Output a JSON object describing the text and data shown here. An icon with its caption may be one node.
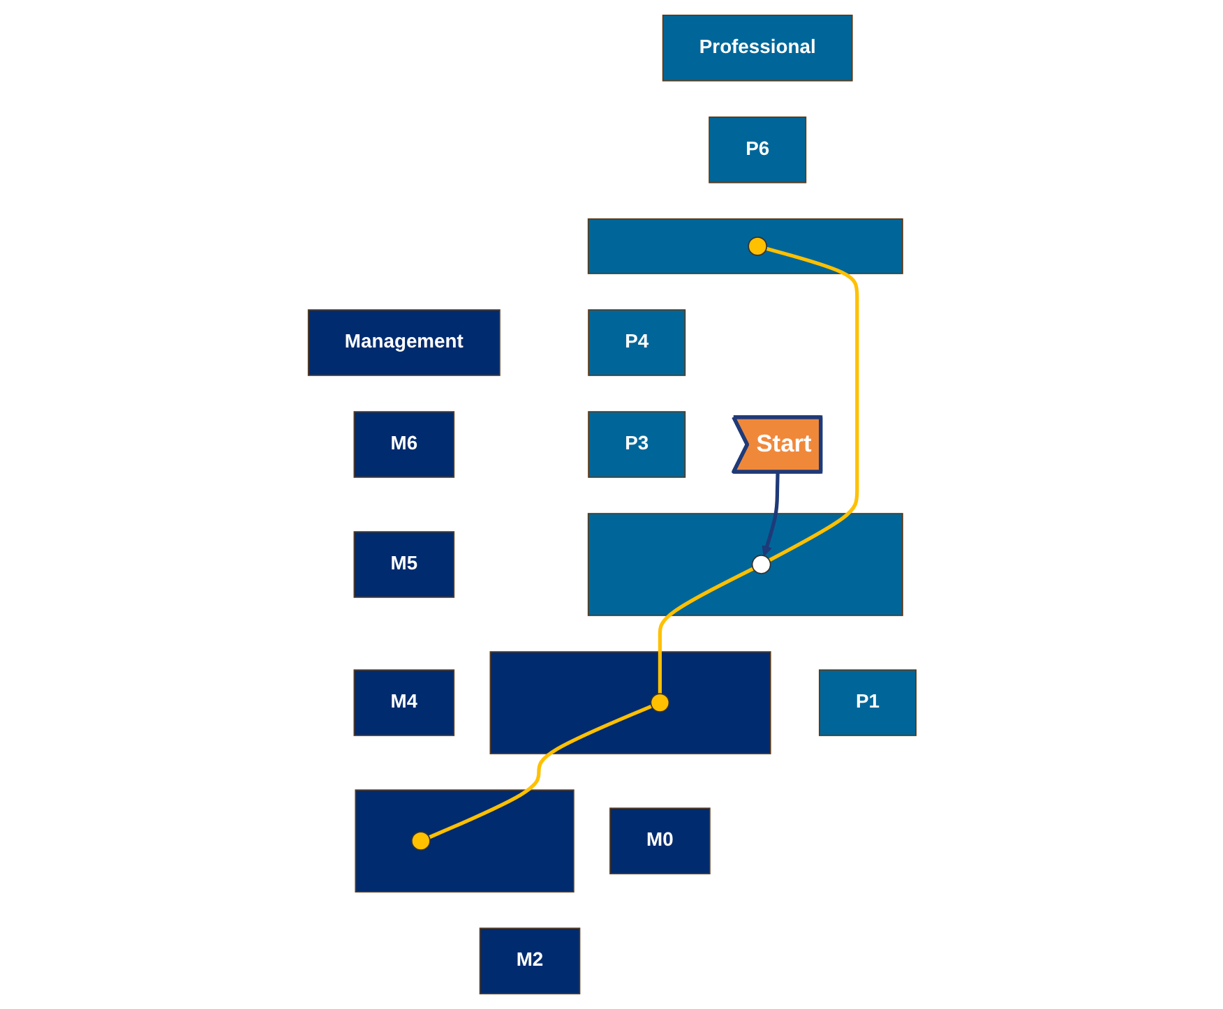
{
  "diagram": {
    "nodes": [
      {
        "text": [
          "Professional"
        ]
      },
      {
        "text": [
          "Management"
        ]
      },
      {
        "text": [
          "M6"
        ]
      },
      {
        "text": [
          "M5"
        ]
      },
      {
        "text": [
          "P6"
        ]
      },
      {
        "text": [
          "M4"
        ]
      },
      {
        "text": [],
        "shape": "box"
      },
      {
        "text": [],
        "shape": "circle",
        "in": 6
      },
      {
        "text": [],
        "shape": "box"
      },
      {
        "text": [],
        "shape": "circle",
        "in": 8
      },
      {
        "text": [
          "P4"
        ]
      },
      {
        "text": [
          "M2"
        ]
      },
      {
        "text": [
          "P3"
        ]
      },
      {
        "text": [],
        "shape": "box"
      },
      {
        "text": [],
        "shape": "circle",
        "in": 13
      },
      {
        "text": [
          "Start"
        ]
      },
      {
        "text": [],
        "shape": "box"
      },
      {
        "text": [],
        "shape": "circle",
        "in": 16
      },
      {
        "text": [
          "M0"
        ]
      },
      {
        "text": [
          "P1"
        ]
      }
    ],
    "edges": [
      {
        "from": 17,
        "to": 7,
        "arrow": "none",
        "color": "#ffc000"
      },
      {
        "from": 17,
        "to": 14,
        "arrow": "none",
        "color": "#ffc000"
      },
      {
        "from": 14,
        "to": 9,
        "arrow": "none",
        "color": "#ffc000"
      },
      {
        "from": 15,
        "to": 17,
        "arrow": "to",
        "color": "#1f3a78"
      }
    ]
  }
}
